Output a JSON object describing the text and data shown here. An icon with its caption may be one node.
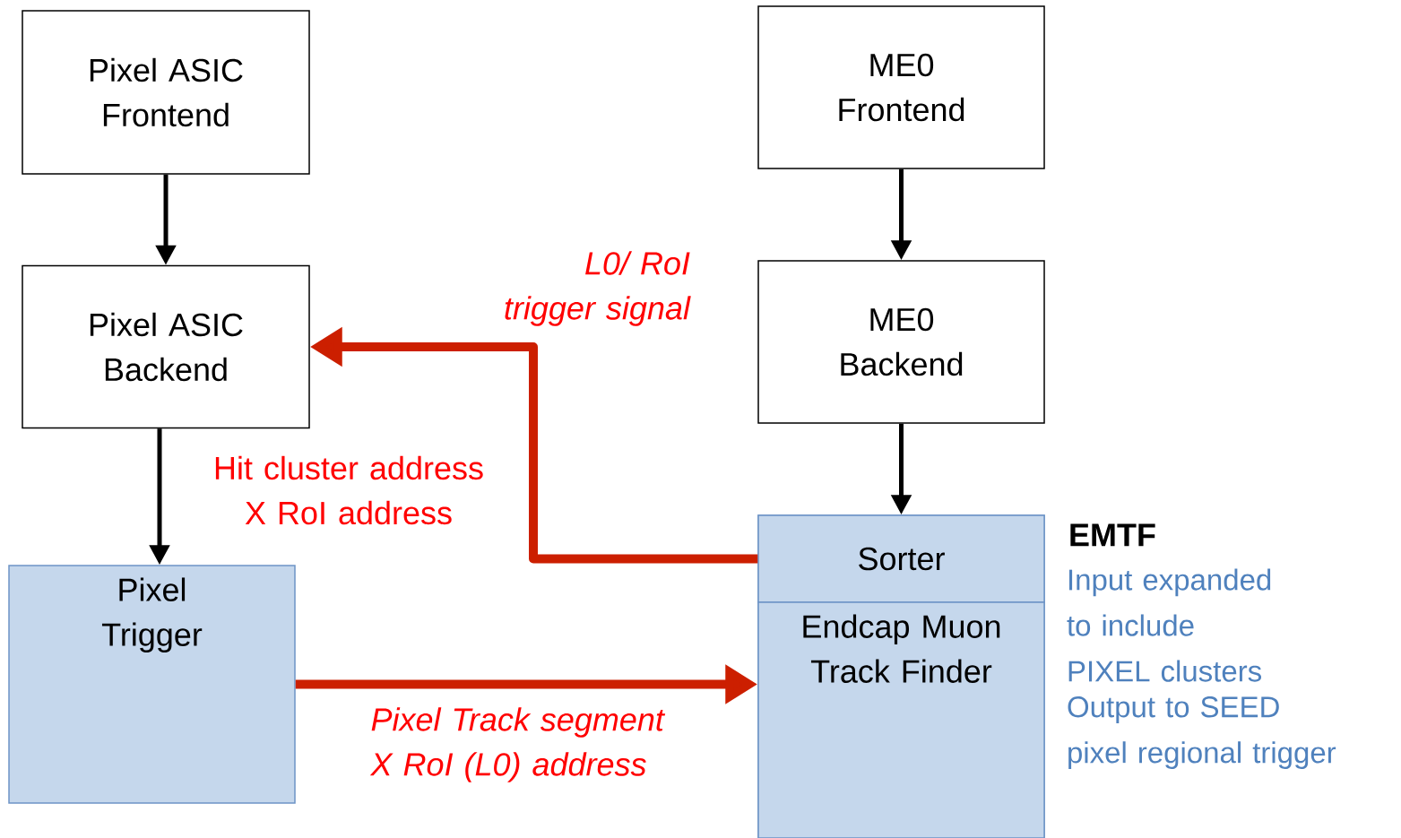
{
  "diagram": {
    "nodes": [
      {
        "text": [
          "Pixel ASIC Frontend"
        ]
      },
      {
        "text": [
          "Pixel ASIC Backend"
        ]
      },
      {
        "text": [
          "Pixel Trigger"
        ]
      },
      {
        "text": [
          "ME0 Frontend"
        ]
      },
      {
        "text": [
          "ME0 Backend"
        ]
      },
      {
        "text": [
          "EMTF"
        ],
        "beside": [
          "Input expanded to include PIXEL clusters",
          "Output to SEED pixel regional trigger"
        ]
      },
      {
        "text": [
          "Sorter"
        ],
        "in": 5
      },
      {
        "text": [
          "Endcap Muon Track Finder"
        ],
        "in": 5
      }
    ],
    "edges": [
      {
        "from": 0,
        "to": 1,
        "arrow": "to"
      },
      {
        "from": 3,
        "to": 4,
        "arrow": "to"
      },
      {
        "from": 4,
        "to": 6,
        "arrow": "to"
      },
      {
        "from": 1,
        "to": 2,
        "arrow": "to",
        "label": "Hit cluster address X RoI address"
      },
      {
        "from": 6,
        "to": 1,
        "arrow": "to",
        "label": "L0/ RoI trigger signal",
        "style": "thick",
        "color": "#cc1f00"
      },
      {
        "from": 2,
        "to": 7,
        "arrow": "to",
        "label": "Pixel Track segment X RoI (L0) address",
        "style": "thick",
        "color": "#cc1f00"
      }
    ]
  }
}
